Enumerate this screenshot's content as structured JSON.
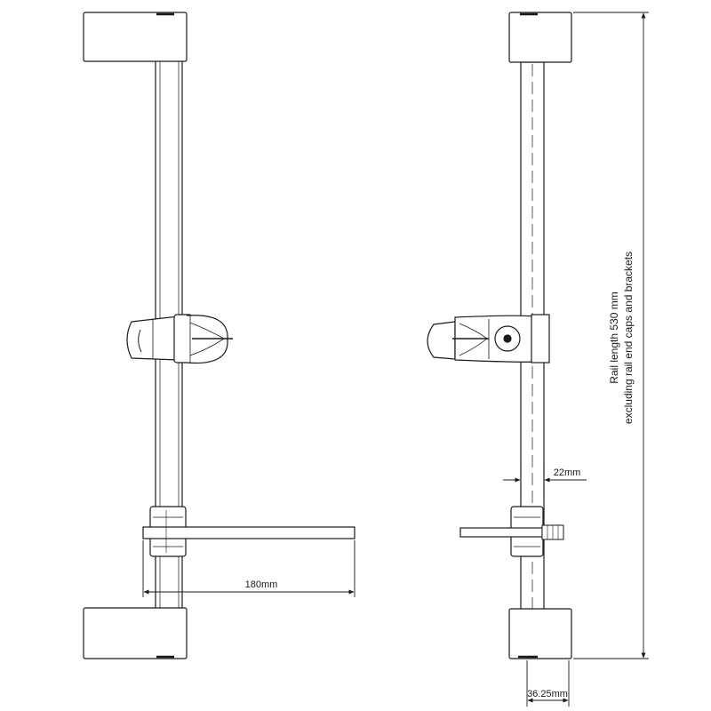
{
  "dimensions": {
    "bar_width": "180mm",
    "rail_diameter": "22mm",
    "bracket_width": "36.25mm"
  },
  "note": {
    "line1": "Rail length 530 mm",
    "line2": "excluding rail end caps and brackets"
  },
  "colors": {
    "stroke": "#1a1a1a",
    "fill": "#ffffff"
  }
}
